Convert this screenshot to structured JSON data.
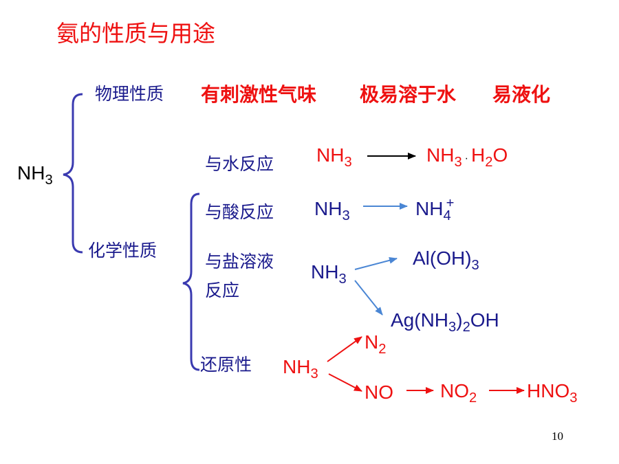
{
  "title": "氨的性质与用途",
  "root": {
    "base": "NH",
    "sub": "3"
  },
  "physical": {
    "label": "物理性质",
    "properties": [
      "有刺激性气味",
      "极易溶于水",
      "易液化"
    ]
  },
  "chemical": {
    "label": "化学性质",
    "water": {
      "label": "与水反应",
      "reactant": {
        "base": "NH",
        "sub": "3"
      },
      "product": {
        "base": "NH",
        "sub": "3",
        "dot": "·",
        "tail_base": "H",
        "tail_sub": "2",
        "tail_end": "O"
      }
    },
    "acid": {
      "label": "与酸反应",
      "reactant": {
        "base": "NH",
        "sub": "3"
      },
      "product": {
        "base": "NH",
        "sub": "4",
        "sup": "+"
      }
    },
    "salt": {
      "label_line1": "与盐溶液",
      "label_line2": "反应",
      "reactant": {
        "base": "NH",
        "sub": "3"
      },
      "product_1": {
        "base": "Al(OH)",
        "sub": "3"
      },
      "product_2": {
        "base": "Ag(NH",
        "sub": "3",
        "mid": ")",
        "sub2": "2",
        "end": "OH"
      }
    },
    "reduction": {
      "label": "还原性",
      "reactant": {
        "base": "NH",
        "sub": "3"
      },
      "product_n2": {
        "base": "N",
        "sub": "2"
      },
      "product_no": "NO",
      "product_no2": {
        "base": "NO",
        "sub": "2"
      },
      "product_hno3": {
        "base": "HNO",
        "sub": "3"
      }
    }
  },
  "page_number": "10",
  "colors": {
    "title_red": "#ee1111",
    "label_navy": "#1a1a8c",
    "brace_blue": "#3a3ab0",
    "arrow_blue": "#4a86d4",
    "text_black": "#000000"
  }
}
